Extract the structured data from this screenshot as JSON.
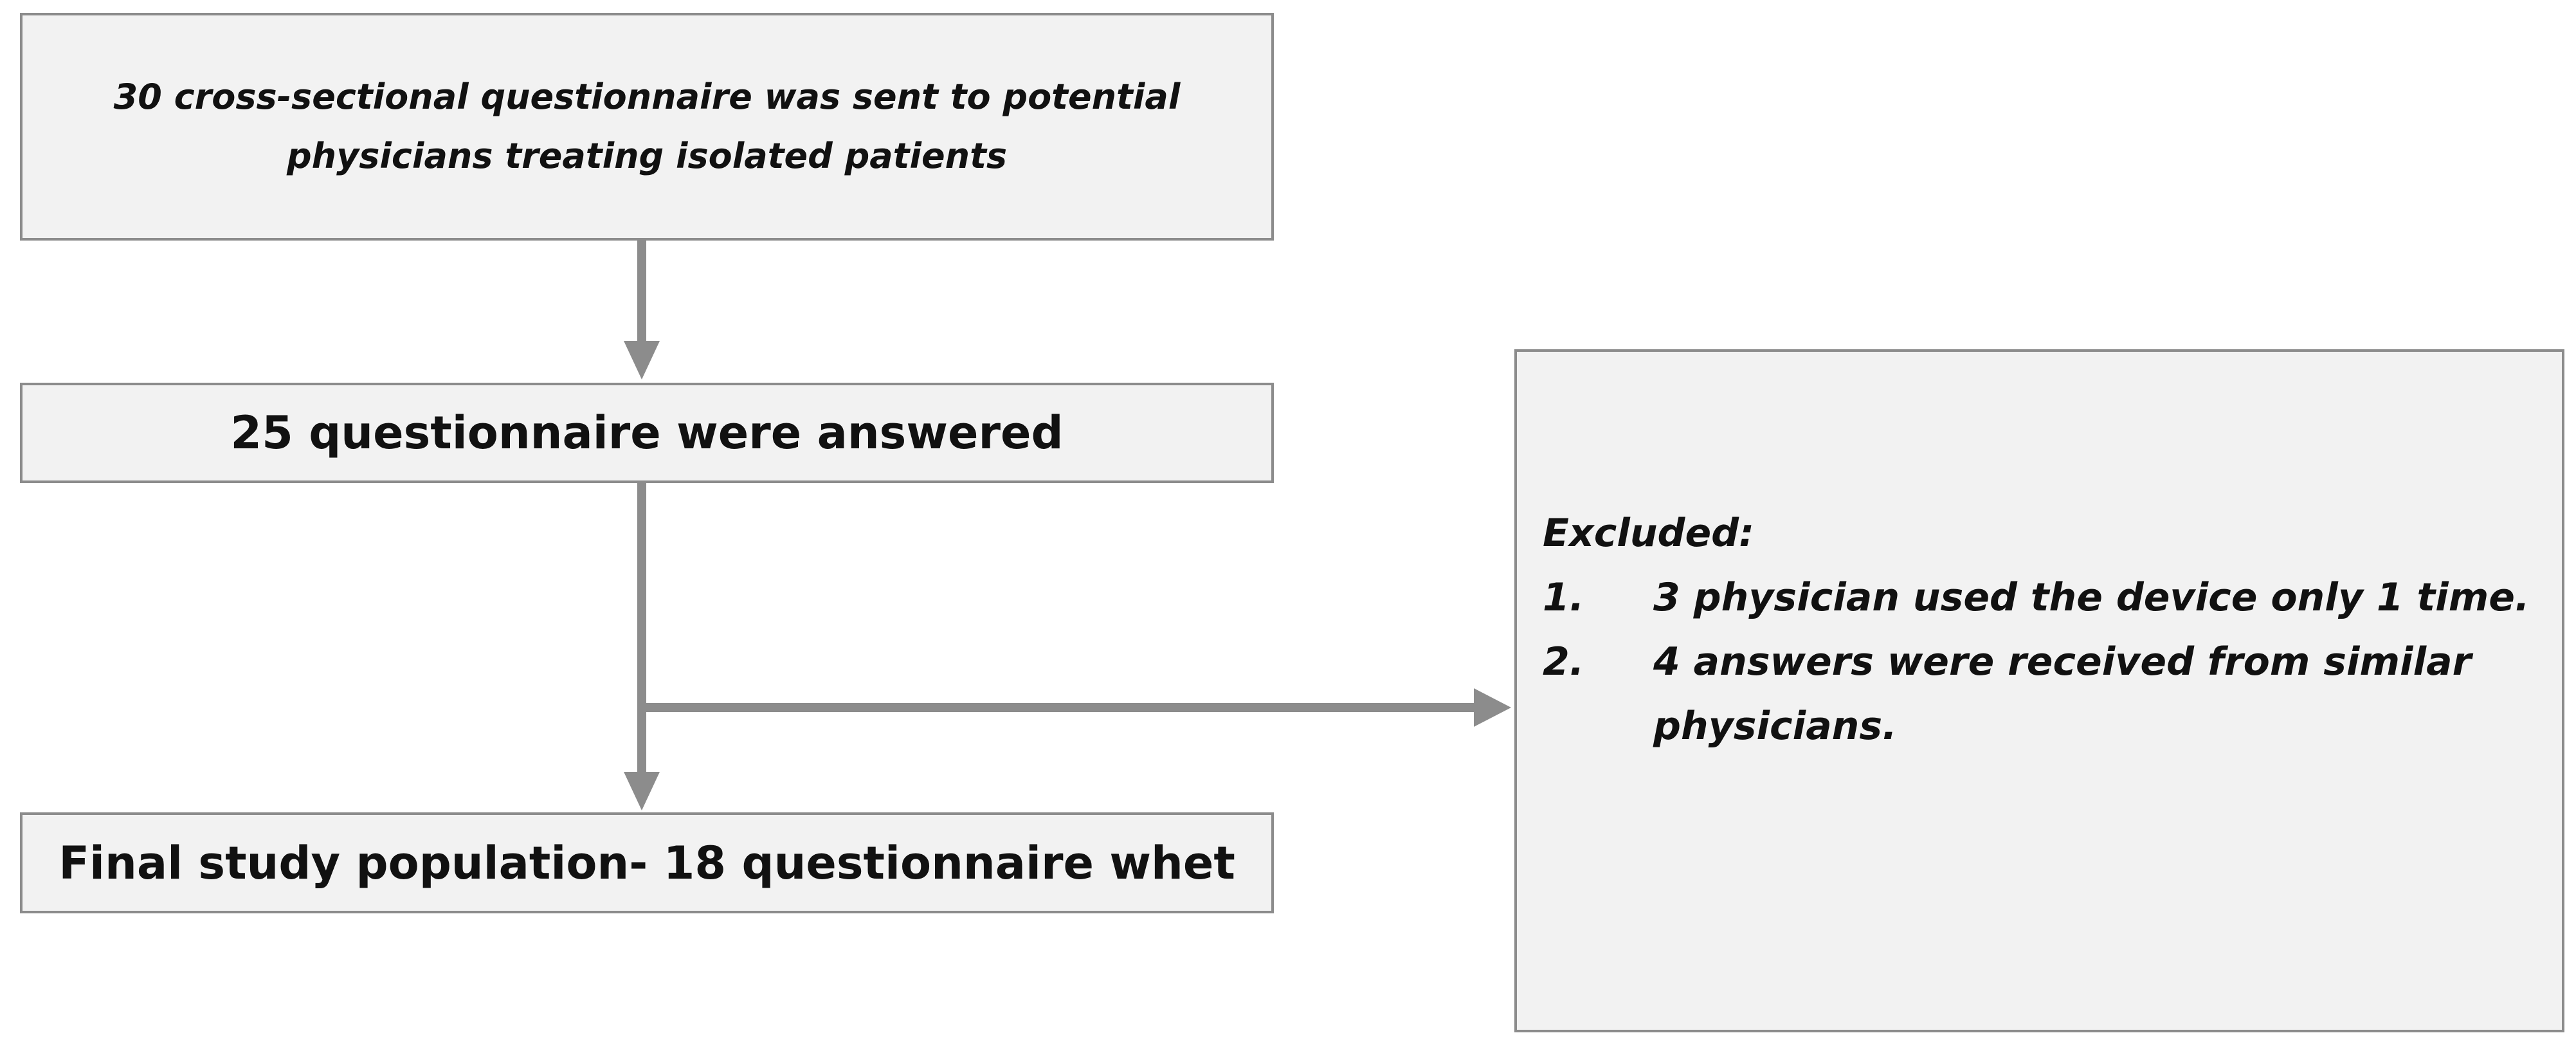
{
  "flowchart": {
    "sent_box": {
      "text": "30 cross-sectional questionnaire was sent to potential physicians treating isolated patients"
    },
    "answered_box": {
      "text": "25 questionnaire were answered"
    },
    "final_box": {
      "text": "Final study population- 18 questionnaire whet"
    },
    "excluded_box": {
      "heading": "Excluded:",
      "items": [
        {
          "number": "1.",
          "text": "3 physician used the device only 1 time."
        },
        {
          "number": "2.",
          "text": "4 answers were received from similar physicians."
        }
      ]
    },
    "colors": {
      "box_fill": "#f2f2f2",
      "box_border": "#8c8c8c",
      "arrow": "#8c8c8c",
      "text": "#111111"
    }
  }
}
